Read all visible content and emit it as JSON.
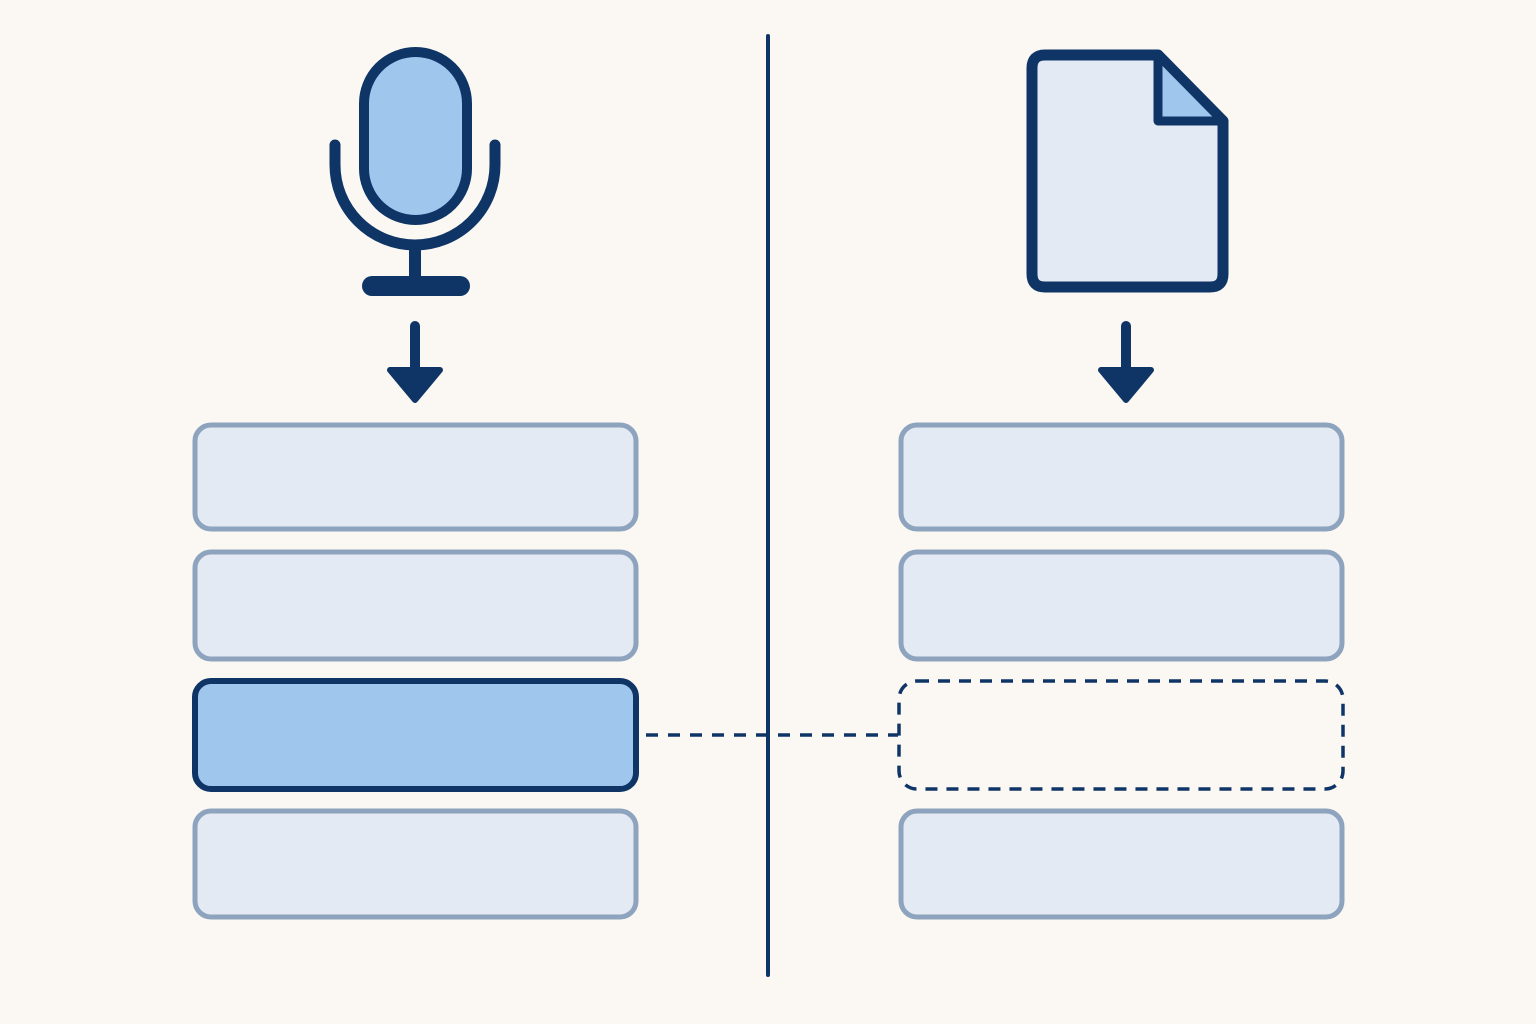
{
  "colors": {
    "background": "#fbf8f3",
    "ink": "#0f3566",
    "fill_light": "#e4eaf4",
    "fill_accent": "#9fc7ee",
    "border_muted": "#8ea3bd"
  },
  "icons": {
    "left_source": "microphone-icon",
    "right_source": "document-icon",
    "arrows": "arrow-down-icon"
  },
  "columns": [
    {
      "id": "audio",
      "source_icon": "microphone-icon",
      "rows": [
        {
          "state": "default"
        },
        {
          "state": "default"
        },
        {
          "state": "highlighted"
        },
        {
          "state": "default"
        }
      ]
    },
    {
      "id": "document",
      "source_icon": "document-icon",
      "rows": [
        {
          "state": "default"
        },
        {
          "state": "default"
        },
        {
          "state": "missing"
        },
        {
          "state": "default"
        }
      ]
    }
  ],
  "links": [
    {
      "from_column": 0,
      "from_row": 2,
      "to_column": 1,
      "to_row": 2,
      "style": "dashed"
    }
  ]
}
